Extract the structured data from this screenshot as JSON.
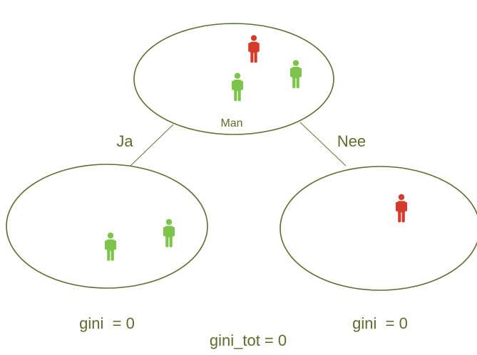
{
  "colors": {
    "outline": "#5b6e2c",
    "text": "#5b6e2c",
    "positive": "#7dc44a",
    "negative": "#d63a2a"
  },
  "root": {
    "label": "Man",
    "people": [
      "negative",
      "positive",
      "positive"
    ]
  },
  "edges": {
    "left_label": "Ja",
    "right_label": "Nee"
  },
  "left_child": {
    "people": [
      "positive",
      "positive"
    ],
    "gini_text": "gini  = 0"
  },
  "right_child": {
    "people": [
      "negative"
    ],
    "gini_text": "gini  = 0"
  },
  "total": {
    "gini_text": "gini_tot = 0"
  },
  "icons": {
    "person": "person-icon"
  }
}
